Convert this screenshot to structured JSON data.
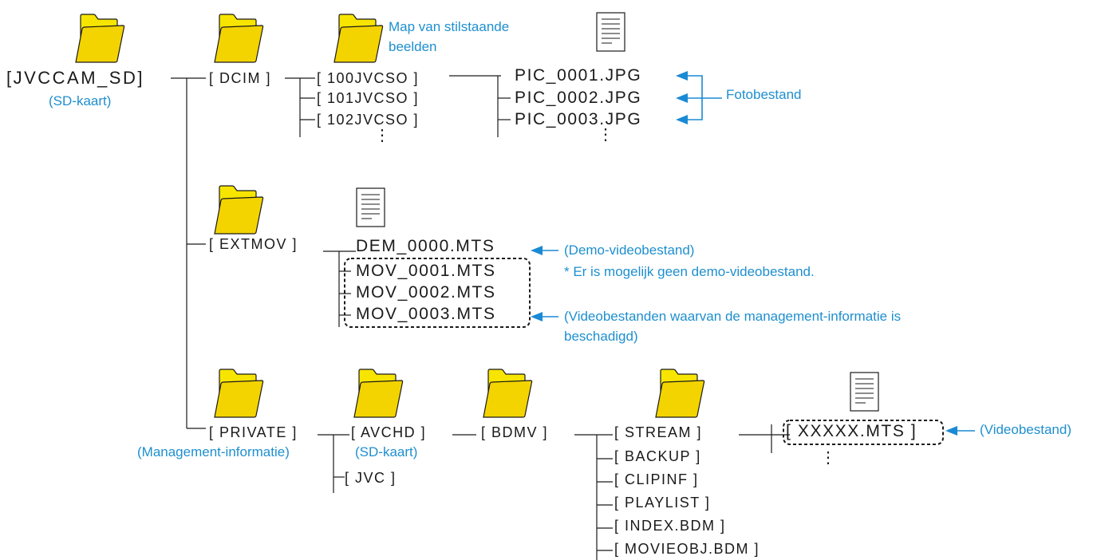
{
  "colors": {
    "line": "#1a1a1a",
    "annotation": "#1e8fcf",
    "arrow": "#1a8ad4",
    "folder_fill": "#f7e500",
    "folder_stroke": "#1a1a1a"
  },
  "root": {
    "label": "[JVCCAM_SD]",
    "note": "(SD-kaart)"
  },
  "dcim": {
    "label": "[ DCIM ]",
    "folders": [
      "[ 100JVCSO ]",
      "[ 101JVCSO ]",
      "[ 102JVCSO ]"
    ],
    "folder_note": "Map van stilstaande beelden",
    "folder_note_lines": [
      "Map van stilstaande",
      "beelden"
    ],
    "files": [
      "PIC_0001.JPG",
      "PIC_0002.JPG",
      "PIC_0003.JPG"
    ],
    "files_note": "Fotobestand",
    "more": "⋮"
  },
  "extmov": {
    "label": "[ EXTMOV ]",
    "files": [
      "DEM_0000.MTS",
      "MOV_0001.MTS",
      "MOV_0002.MTS",
      "MOV_0003.MTS"
    ],
    "demo_note": "(Demo-videobestand)",
    "demo_footnote": "* Er is mogelijk geen demo-videobestand.",
    "damaged_note_lines": [
      "(Videobestanden waarvan de management-informatie is",
      "beschadigd)"
    ]
  },
  "private": {
    "label": "[ PRIVATE ]",
    "note": "(Management-informatie)",
    "avchd": "[ AVCHD ]",
    "avchd_note": "(SD-kaart)",
    "jvc": "[ JVC ]",
    "bdmv": "[ BDMV ]",
    "bdmv_items": [
      "[ STREAM ]",
      "[ BACKUP ]",
      "[ CLIPINF ]",
      "[ PLAYLIST ]",
      "[ INDEX.BDM ]",
      "[ MOVIEOBJ.BDM ]"
    ],
    "stream_file": "[ XXXXX.MTS ]",
    "stream_note": "(Videobestand)",
    "more": "⋮"
  },
  "icons": {
    "folder": "folder-icon",
    "document": "document-icon",
    "arrow": "arrow-left-icon"
  }
}
